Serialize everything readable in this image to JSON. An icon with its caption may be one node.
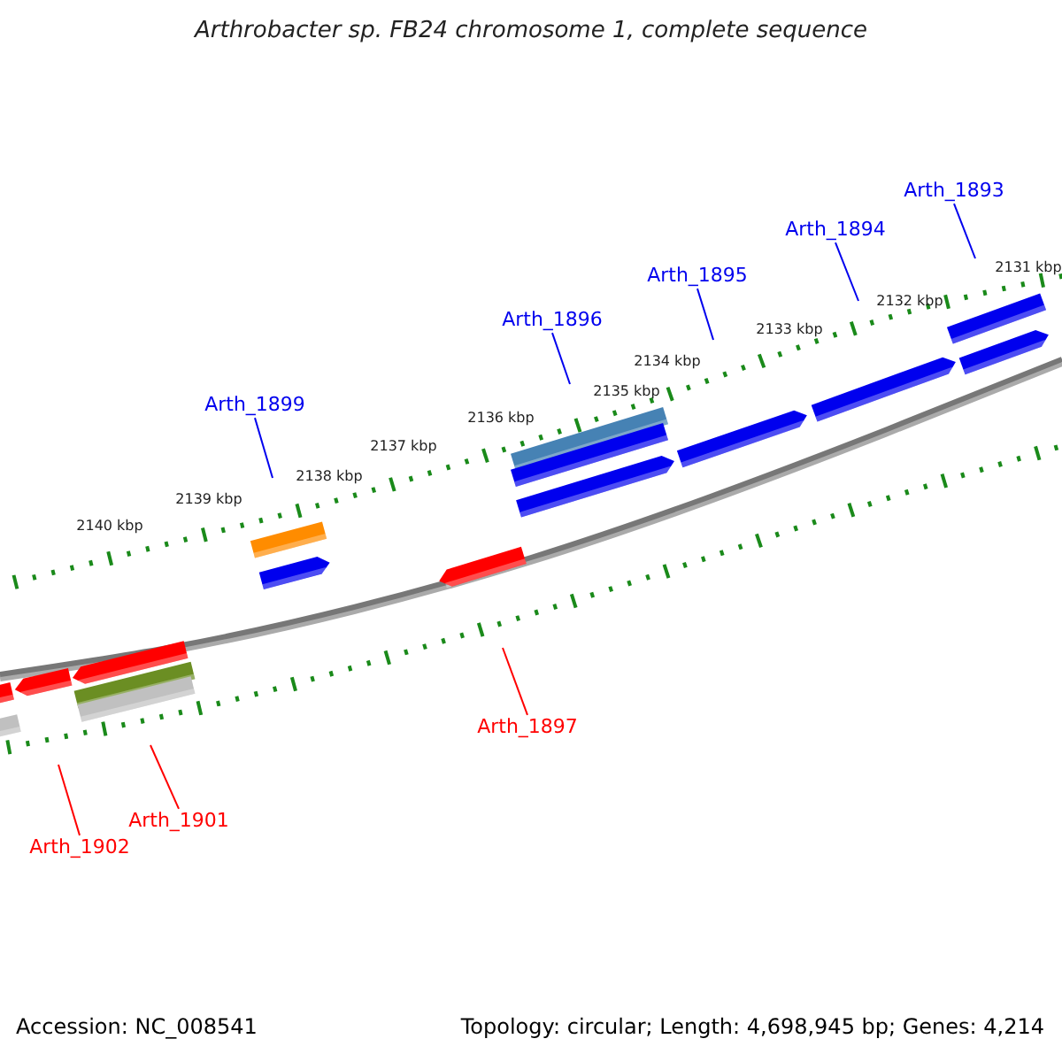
{
  "diagram": {
    "title": "Arthrobacter sp. FB24 chromosome 1, complete sequence",
    "nodes": [
      {
        "text": [
          "Arth_1893"
        ]
      },
      {
        "text": [
          "Arth_1894"
        ]
      },
      {
        "text": [
          "Arth_1895"
        ]
      },
      {
        "text": [
          "Arth_1896"
        ]
      },
      {
        "text": [
          "Arth_1899"
        ]
      },
      {
        "text": [
          "Arth_1897"
        ]
      },
      {
        "text": [
          "Arth_1901"
        ]
      },
      {
        "text": [
          "Arth_1902"
        ]
      }
    ],
    "edges": [
      {
        "from": 0,
        "to": null,
        "arrow": "none"
      },
      {
        "from": 1,
        "to": null,
        "arrow": "none"
      },
      {
        "from": 2,
        "to": null,
        "arrow": "none"
      },
      {
        "from": 3,
        "to": null,
        "arrow": "none"
      },
      {
        "from": 4,
        "to": null,
        "arrow": "none"
      },
      {
        "from": 5,
        "to": null,
        "arrow": "none",
        "color": "#ff0000"
      },
      {
        "from": 6,
        "to": null,
        "arrow": "none",
        "color": "#ff0000"
      },
      {
        "from": 7,
        "to": null,
        "arrow": "none",
        "color": "#ff0000"
      }
    ],
    "labels": [
      "2131 kbp",
      "2132 kbp",
      "2133 kbp",
      "2134 kbp",
      "2135 kbp",
      "2136 kbp",
      "2137 kbp",
      "2138 kbp",
      "2139 kbp",
      "2140 kbp",
      "Accession: NC_008541",
      "Topology: circular; Length: 4,698,945 bp; Genes: 4,214"
    ]
  }
}
